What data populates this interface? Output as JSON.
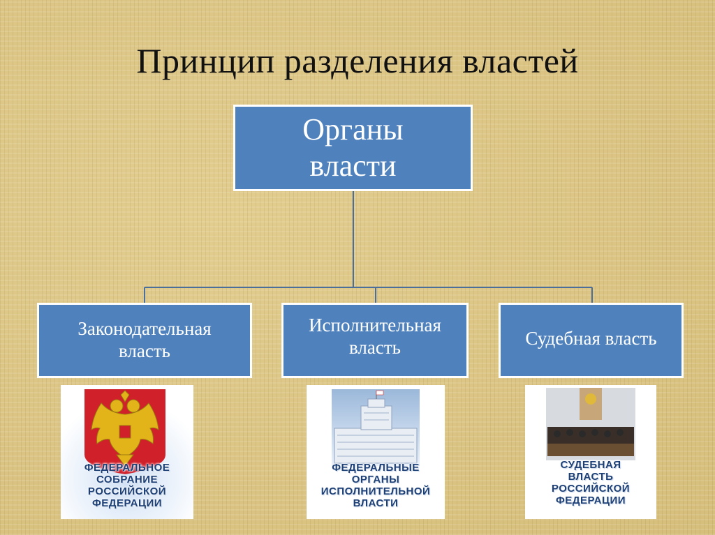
{
  "title": "Принцип разделения властей",
  "root": {
    "line1": "Органы",
    "line2": "власти"
  },
  "branches": [
    {
      "line1": "Законодательная",
      "line2": "власть"
    },
    {
      "line1": "Исполнительная",
      "line2": "власть"
    },
    {
      "line1": "Судебная власть",
      "line2": ""
    }
  ],
  "cards": [
    {
      "icon": "coat-of-arms-icon",
      "lines": [
        "ФЕДЕРАЛЬНОЕ",
        "СОБРАНИЕ",
        "РОССИЙСКОЙ",
        "ФЕДЕРАЦИИ"
      ]
    },
    {
      "icon": "government-building-icon",
      "lines": [
        "ФЕДЕРАЛЬНЫЕ",
        "ОРГАНЫ",
        "ИСПОЛНИТЕЛЬНОЙ",
        "ВЛАСТИ"
      ]
    },
    {
      "icon": "courtroom-icon",
      "lines": [
        "СУДЕБНАЯ",
        "ВЛАСТЬ",
        "РОССИЙСКОЙ",
        "ФЕДЕРАЦИИ"
      ]
    }
  ],
  "colors": {
    "box": "#4f81bd",
    "connector": "#4a6f9c",
    "caption": "#1c3f76"
  }
}
